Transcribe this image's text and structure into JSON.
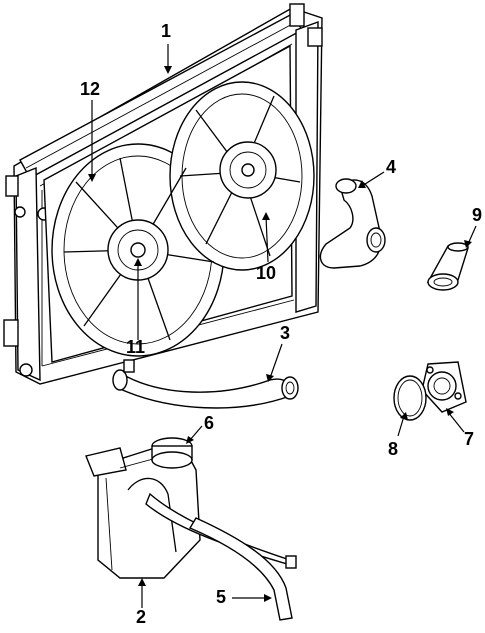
{
  "labels": {
    "radiator": "1",
    "reservoir": "2",
    "lower_hose": "3",
    "upper_hose": "4",
    "overflow_hose": "5",
    "reservoir_cap": "6",
    "thermostat": "7",
    "gasket": "8",
    "outlet": "9",
    "fan_motor_right": "10",
    "fan_motor_left": "11",
    "fan_shroud": "12"
  }
}
